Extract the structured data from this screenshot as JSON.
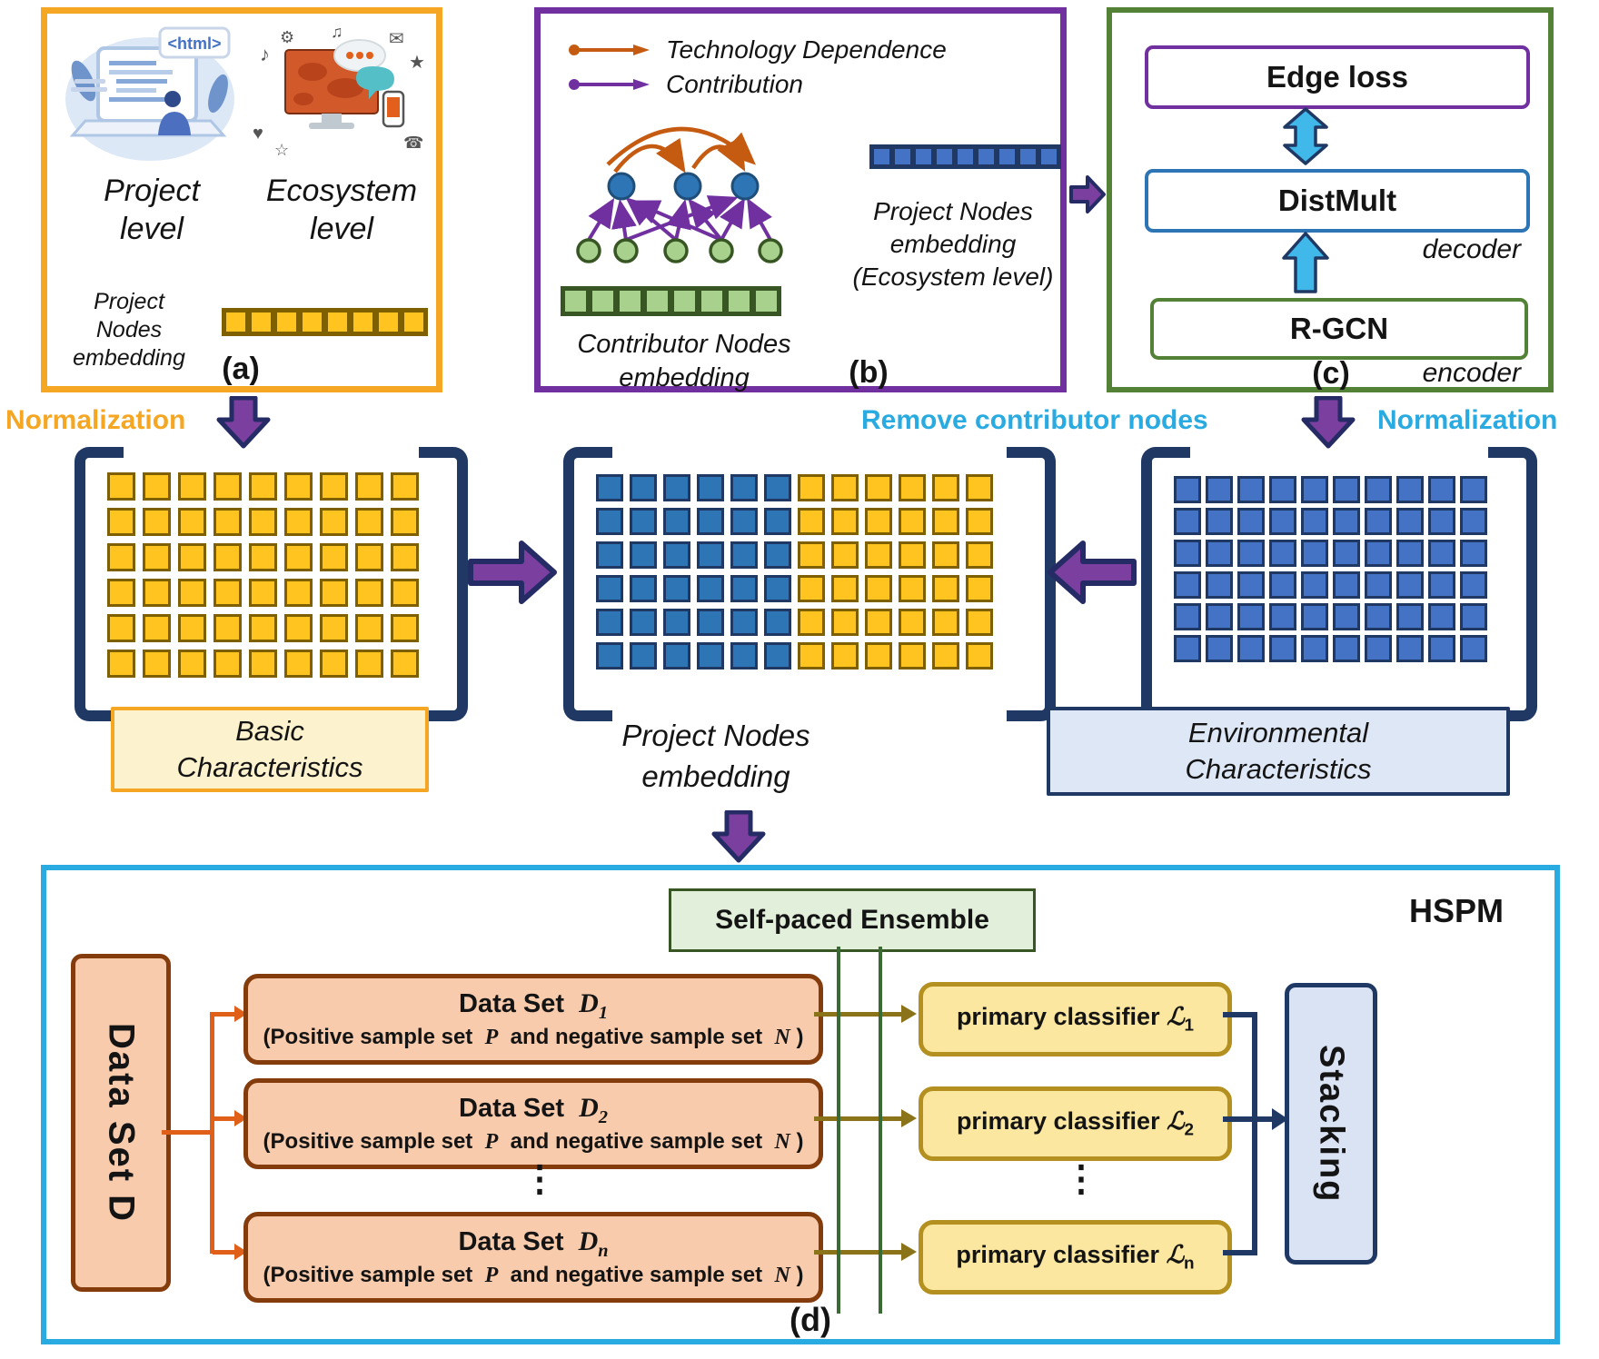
{
  "panel_a": {
    "tag": "(a)",
    "html_bubble": "<html>",
    "project_level": [
      "Project",
      "level"
    ],
    "ecosystem_level": [
      "Ecosystem",
      "level"
    ],
    "embedding_caption": [
      "Project",
      "Nodes",
      "embedding"
    ]
  },
  "panel_b": {
    "tag": "(b)",
    "legend": [
      {
        "label": "Technology Dependence",
        "color": "#C55A11"
      },
      {
        "label": "Contribution",
        "color": "#7030A0"
      }
    ],
    "graph": {
      "project_nodes": 3,
      "contributor_nodes": 5
    },
    "contributor_caption": [
      "Contributor Nodes",
      "embedding"
    ],
    "project_caption": [
      "Project Nodes",
      "embedding",
      "(Ecosystem level)"
    ]
  },
  "panel_c": {
    "tag": "(c)",
    "edge_loss": "Edge loss",
    "distmult": "DistMult",
    "rgcn": "R-GCN",
    "decoder": "decoder",
    "encoder": "encoder"
  },
  "middle": {
    "normalization_left": "Normalization",
    "remove_contributors": "Remove contributor nodes",
    "normalization_right": "Normalization",
    "basic_label": [
      "Basic",
      "Characteristics"
    ],
    "project_label": [
      "Project Nodes",
      "embedding"
    ],
    "environmental_label": [
      "Environmental",
      "Characteristics"
    ]
  },
  "panel_d": {
    "tag": "(d)",
    "hspm": "HSPM",
    "ensemble": "Self-paced Ensemble",
    "dataset_source": "Data Set D",
    "stacking": "Stacking",
    "dots": "⋮",
    "rows": [
      {
        "title_prefix": "Data Set",
        "var": "D",
        "sub": "1",
        "line2_open": "(Positive sample set",
        "line2_p": "P",
        "line2_mid": "and negative sample set",
        "line2_n": "N",
        "line2_close": ")"
      },
      {
        "title_prefix": "Data Set",
        "var": "D",
        "sub": "2",
        "line2_open": "(Positive sample set",
        "line2_p": "P",
        "line2_mid": "and negative sample set",
        "line2_n": "N",
        "line2_close": ")"
      },
      {
        "title_prefix": "Data Set",
        "var": "D",
        "sub": "n",
        "line2_open": "(Positive sample set",
        "line2_p": "P",
        "line2_mid": "and negative sample set",
        "line2_n": "N",
        "line2_close": ")"
      }
    ],
    "classifiers": [
      {
        "prefix": "primary classifier",
        "var": "ℒ",
        "sub": "1"
      },
      {
        "prefix": "primary classifier",
        "var": "ℒ",
        "sub": "2"
      },
      {
        "prefix": "primary classifier",
        "var": "ℒ",
        "sub": "n"
      }
    ]
  },
  "matrices": {
    "basic": {
      "rows": 6,
      "size": 31,
      "gap": 8,
      "stroke_w": 3,
      "groups": [
        {
          "count": 9,
          "fill": "#FFC420",
          "stroke": "#7F6000"
        }
      ]
    },
    "project": {
      "rows": 6,
      "size": 30,
      "gap": 7,
      "stroke_w": 3,
      "groups": [
        {
          "count": 6,
          "fill": "#2E75B6",
          "stroke": "#203864"
        },
        {
          "count": 6,
          "fill": "#FFC420",
          "stroke": "#7F6000"
        }
      ]
    },
    "environmental": {
      "rows": 6,
      "size": 30,
      "gap": 5,
      "stroke_w": 3,
      "groups": [
        {
          "count": 10,
          "fill": "#4472C4",
          "stroke": "#203864"
        }
      ]
    },
    "strip_a": {
      "rows": 1,
      "size": 25,
      "gap": 3,
      "stroke_w": 2,
      "groups": [
        {
          "count": 8,
          "fill": "#FFC420",
          "stroke": "#7F6000"
        }
      ]
    },
    "strip_b_green": {
      "rows": 1,
      "size": 27,
      "gap": 3,
      "stroke_w": 2,
      "groups": [
        {
          "count": 8,
          "fill": "#A9D18E",
          "stroke": "#375623"
        }
      ]
    },
    "strip_b_blue": {
      "rows": 1,
      "size": 21,
      "gap": 2,
      "stroke_w": 2,
      "groups": [
        {
          "count": 9,
          "fill": "#4472C4",
          "stroke": "#203864"
        }
      ]
    }
  },
  "colors": {
    "panel_a_border": "#F5A623",
    "panel_b_border": "#7030A0",
    "panel_c_border": "#538135",
    "panel_d_border": "#29ABE2",
    "normalization_left_text": "#F5A623",
    "cyan_text": "#29ABE2",
    "yellow_cell": "#FFC420",
    "blue_cell_mid": "#2E75B6",
    "blue_cell": "#4472C4",
    "green_cell": "#A9D18E",
    "block_arrow": "#7B3FA0",
    "technology_dependence": "#C55A11",
    "contribution": "#7030A0",
    "cyan_arrow": "#41B8EA",
    "olive_arrow": "#8A7318",
    "orange_arrow": "#E0601A"
  }
}
